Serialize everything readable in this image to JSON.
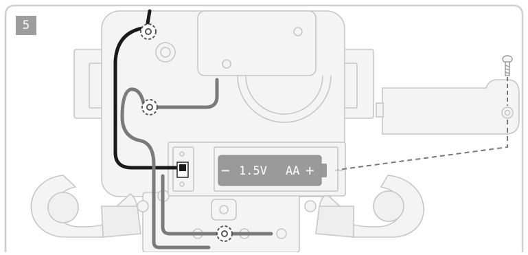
{
  "step": {
    "number": "5"
  },
  "battery": {
    "minus": "−",
    "voltage": "1.5V",
    "type": "AA",
    "plus": "+"
  },
  "colors": {
    "frame": "#cfcfcf",
    "outline": "#c6c6c6",
    "fill": "#f4f4f4",
    "battery": "#9a9a9a",
    "wire_black": "#1a1a1a",
    "wire_gray": "#7a7a7a",
    "dashed": "#777777",
    "badge": "#9d9d9d"
  }
}
